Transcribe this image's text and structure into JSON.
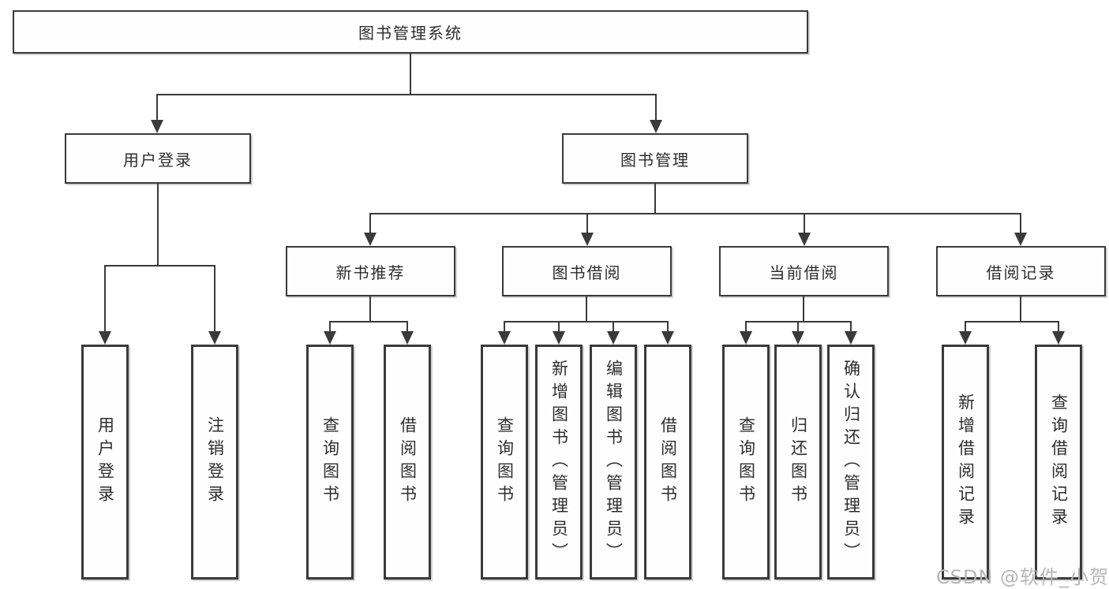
{
  "diagram": {
    "type": "hierarchy-tree",
    "root": {
      "label": "图书管理系统"
    },
    "children": [
      {
        "label": "用户登录",
        "children": [
          {
            "label": "用户登录"
          },
          {
            "label": "注销登录"
          }
        ]
      },
      {
        "label": "图书管理",
        "children": [
          {
            "label": "新书推荐",
            "children": [
              {
                "label": "查询图书"
              },
              {
                "label": "借阅图书"
              }
            ]
          },
          {
            "label": "图书借阅",
            "children": [
              {
                "label": "查询图书"
              },
              {
                "label": "新增图书（管理员）"
              },
              {
                "label": "编辑图书（管理员）"
              },
              {
                "label": "借阅图书"
              }
            ]
          },
          {
            "label": "当前借阅",
            "children": [
              {
                "label": "查询图书"
              },
              {
                "label": "归还图书"
              },
              {
                "label": "确认归还（管理员）"
              }
            ]
          },
          {
            "label": "借阅记录",
            "children": [
              {
                "label": "新增借阅记录"
              },
              {
                "label": "查询借阅记录"
              }
            ]
          }
        ]
      }
    ]
  },
  "watermark": {
    "text": "CSDN @软件_小贺同学"
  },
  "colors": {
    "line": "#3a3a3c",
    "text": "#2d2d2d",
    "watermark": "#b6b6b6",
    "background": "#ffffff"
  }
}
